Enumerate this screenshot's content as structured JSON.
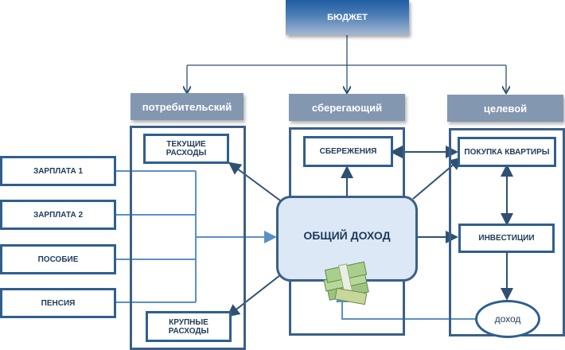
{
  "title": "БЮДЖЕТ",
  "budget_types": [
    {
      "label": "потребительский"
    },
    {
      "label": "сберегающий"
    },
    {
      "label": "целевой"
    }
  ],
  "income_sources": [
    {
      "label": "ЗАРПЛАТА 1"
    },
    {
      "label": "ЗАРПЛАТА 2"
    },
    {
      "label": "ПОСОБИЕ"
    },
    {
      "label": "ПЕНСИЯ"
    }
  ],
  "center": {
    "label": "ОБЩИЙ ДОХОД",
    "icon": "money-stack-icon"
  },
  "consumer": {
    "current": "ТЕКУЩИЕ РАСХОДЫ",
    "large": "КРУПНЫЕ РАСХОДЫ"
  },
  "saving": {
    "savings": "СБЕРЕЖЕНИЯ"
  },
  "target": {
    "apartment": "ПОКУПКА КВАРТИРЫ",
    "investments": "ИНВЕСТИЦИИ",
    "income": "доход"
  },
  "colors": {
    "line_dark": "#2f5072",
    "line_light": "#5b8fc9",
    "header": "#8497b0",
    "center_fill": "#dce8f6"
  }
}
